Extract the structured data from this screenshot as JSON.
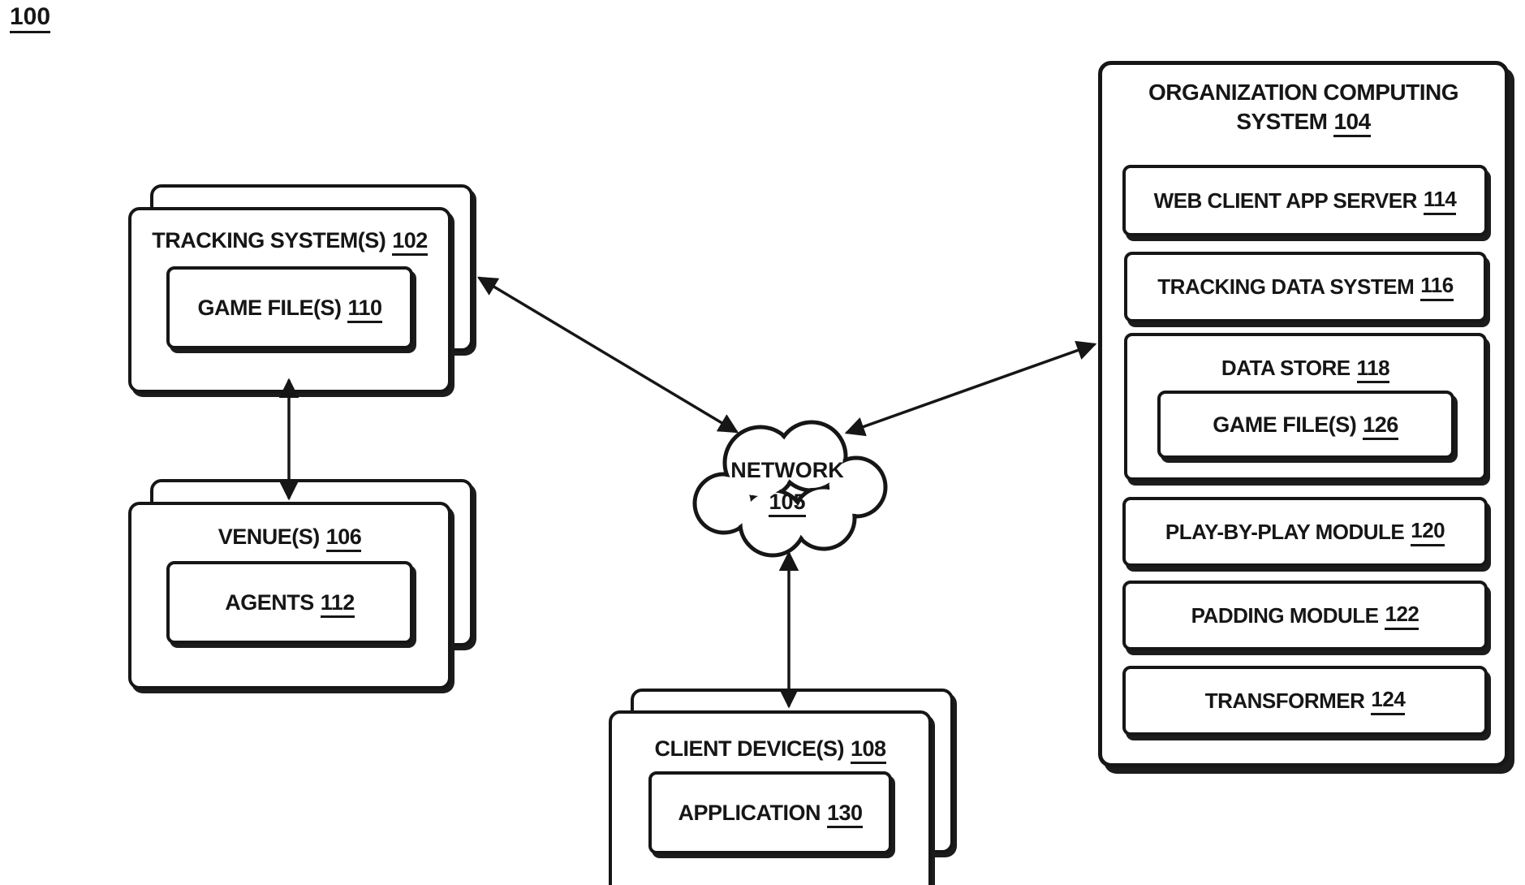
{
  "figure": {
    "number": "100"
  },
  "nodes": {
    "tracking": {
      "label": "TRACKING SYSTEM(S)",
      "ref": "102",
      "child": {
        "label": "GAME FILE(S)",
        "ref": "110"
      }
    },
    "venues": {
      "label": "VENUE(S)",
      "ref": "106",
      "child": {
        "label": "AGENTS",
        "ref": "112"
      }
    },
    "network": {
      "label": "NETWORK",
      "ref": "105"
    },
    "client": {
      "label": "CLIENT DEVICE(S)",
      "ref": "108",
      "child": {
        "label": "APPLICATION",
        "ref": "130"
      }
    },
    "org": {
      "title_line1": "ORGANIZATION COMPUTING",
      "title_line2": "SYSTEM",
      "ref": "104",
      "modules": [
        {
          "label": "WEB CLIENT APP SERVER",
          "ref": "114"
        },
        {
          "label": "TRACKING DATA SYSTEM",
          "ref": "116"
        },
        {
          "label": "DATA STORE",
          "ref": "118",
          "child": {
            "label": "GAME FILE(S)",
            "ref": "126"
          }
        },
        {
          "label": "PLAY-BY-PLAY MODULE",
          "ref": "120"
        },
        {
          "label": "PADDING MODULE",
          "ref": "122"
        },
        {
          "label": "TRANSFORMER",
          "ref": "124"
        }
      ]
    }
  },
  "colors": {
    "line": "#161616",
    "background": "#ffffff"
  }
}
